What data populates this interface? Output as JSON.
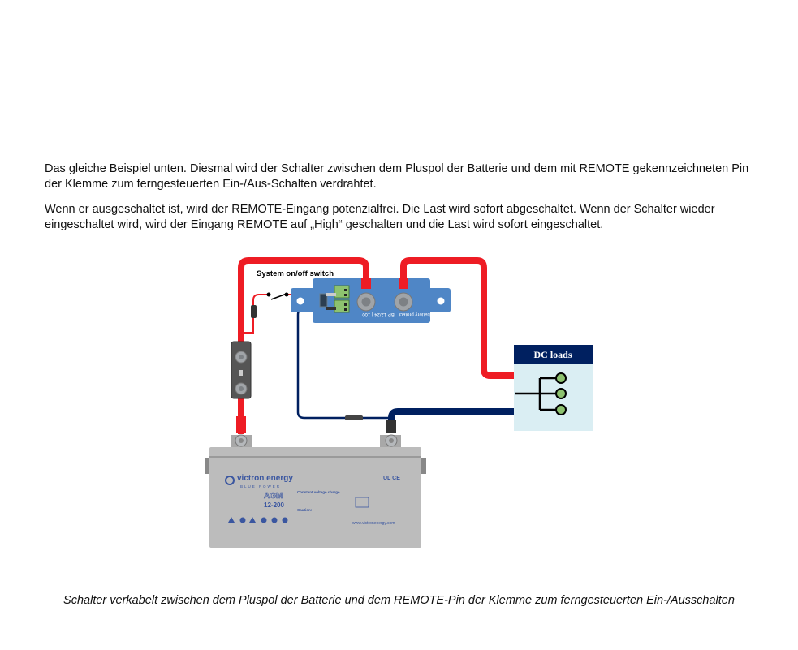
{
  "paragraphs": [
    "Das gleiche Beispiel unten. Diesmal wird der Schalter zwischen dem Pluspol der Batterie und dem mit REMOTE gekennzeichneten Pin der Klemme zum ferngesteuerten Ein-/Aus-Schalten verdrahtet.",
    "Wenn er ausgeschaltet ist, wird der REMOTE-Eingang potenzialfrei. Die Last wird sofort abgeschaltet. Wenn der Schalter wieder eingeschaltet wird, wird der Eingang REMOTE auf „High“ geschalten und die Last wird sofort eingeschaltet."
  ],
  "diagram": {
    "switch_label": "System on/off switch",
    "battery_protect_label": "battery protect",
    "battery_protect_model": "BP 12/24 | 100",
    "dc_loads_label": "DC loads",
    "battery": {
      "brand": "victron energy",
      "tagline": "BLUE POWER",
      "type": "AGM",
      "model": "12-200",
      "charge_title": "Constant voltage charge",
      "caution_title": "Caution:",
      "website": "www.victronenergy.com",
      "cert_marks": "UL CE"
    },
    "colors": {
      "positive_cable": "#ee1c24",
      "negative_cable": "#002060",
      "battery_protect": "#4f86c6",
      "dc_loads_header": "#002060",
      "dc_loads_body": "#daeef3",
      "load_terminal": "#8dc26f"
    }
  },
  "caption": "Schalter verkabelt zwischen dem Pluspol der Batterie und dem REMOTE-Pin der Klemme zum ferngesteuerten Ein-/Ausschalten"
}
